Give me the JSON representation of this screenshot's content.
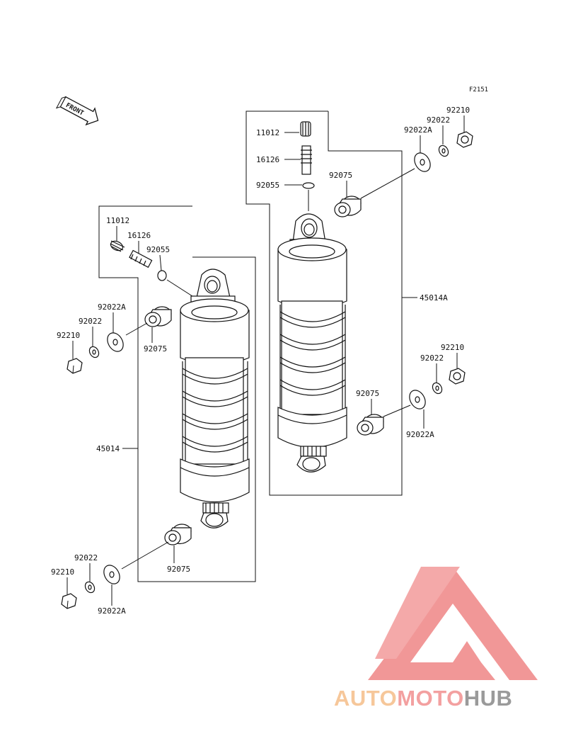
{
  "figure_id": "F2151",
  "front_label": "FRONT",
  "parts": {
    "left": {
      "cap": "11012",
      "valve": "16126",
      "oring": "92055",
      "washer_a": "92022A",
      "washer": "92022",
      "nut": "92210",
      "bushing": "92075",
      "shock": "45014",
      "bottom_washer": "92022",
      "bottom_nut": "92210",
      "bottom_bushing": "92075",
      "bottom_washer_a": "92022A"
    },
    "right": {
      "cap": "11012",
      "valve": "16126",
      "oring": "92055",
      "bushing": "92075",
      "washer_a": "92022A",
      "washer": "92022",
      "nut": "92210",
      "shock": "45014A",
      "bottom_nut": "92210",
      "bottom_washer": "92022",
      "bottom_bushing": "92075",
      "bottom_washer_a": "92022A"
    }
  },
  "watermark": {
    "part1": "AUTO",
    "part2": "MOTO",
    "part3": "HUB",
    "colors": {
      "auto": "#f6c79a",
      "moto": "#f3a0a0",
      "hub": "#9a9a9a",
      "logo": "#f08c8c"
    }
  }
}
